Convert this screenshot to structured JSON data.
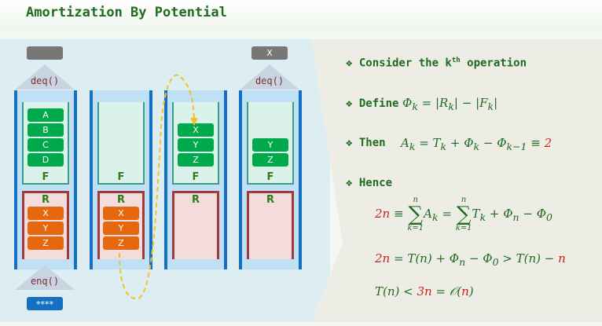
{
  "title": "Amortization By Potential",
  "diagram": {
    "columns": [
      {
        "output": "",
        "op": "deq()",
        "front": [
          "A",
          "B",
          "C",
          "D"
        ],
        "rear": [
          "X",
          "Y",
          "Z"
        ]
      },
      {
        "output": null,
        "op": null,
        "front": [],
        "rear": [
          "X",
          "Y",
          "Z"
        ]
      },
      {
        "output": null,
        "op": null,
        "front": [
          "X",
          "Y",
          "Z"
        ],
        "rear": []
      },
      {
        "output": "X",
        "op": "deq()",
        "front": [
          "Y",
          "Z"
        ],
        "rear": []
      }
    ],
    "front_label": "F",
    "rear_label": "R",
    "enq_label": "enq()",
    "input_value": "****"
  },
  "bullets": {
    "consider": "Consider the k",
    "consider_sup": "th",
    "consider_end": " operation",
    "define": "Define",
    "then": "Then",
    "hence": "Hence"
  },
  "math": {
    "define": [
      {
        "t": "Φ"
      },
      {
        "t": "k",
        "sub": 1
      },
      {
        "t": " = |R"
      },
      {
        "t": "k",
        "sub": 1
      },
      {
        "t": "| − |F"
      },
      {
        "t": "k",
        "sub": 1
      },
      {
        "t": "|"
      }
    ],
    "then": [
      {
        "t": "A"
      },
      {
        "t": "k",
        "sub": 1
      },
      {
        "t": " = T"
      },
      {
        "t": "k",
        "sub": 1
      },
      {
        "t": " + Φ"
      },
      {
        "t": "k",
        "sub": 1
      },
      {
        "t": " − Φ"
      },
      {
        "t": "k−1",
        "sub": 1
      },
      {
        "t": " ≡ "
      },
      {
        "t": "2",
        "red": 1
      }
    ],
    "line2": [
      {
        "t": "2n",
        "red": 1
      },
      {
        "t": " = T(n) + Φ"
      },
      {
        "t": "n",
        "sub": 1
      },
      {
        "t": " − Φ"
      },
      {
        "t": "0",
        "sub": 1
      },
      {
        "t": " > T(n) − "
      },
      {
        "t": "n",
        "red": 1
      }
    ],
    "line3": [
      {
        "t": "T(n) < "
      },
      {
        "t": "3n",
        "red": 1
      },
      {
        "t": " = 𝒪("
      },
      {
        "t": "n",
        "red": 1
      },
      {
        "t": ")"
      }
    ],
    "sum": {
      "lhs": "2n",
      "eq1": "≡",
      "a": "A",
      "k": "k",
      "eq2": "=",
      "t": "T",
      "rest": " + Φ",
      "n": "n",
      "minus": " − Φ",
      "zero": "0",
      "upper": "n",
      "lower": "k=1",
      "sigma": "∑"
    }
  }
}
